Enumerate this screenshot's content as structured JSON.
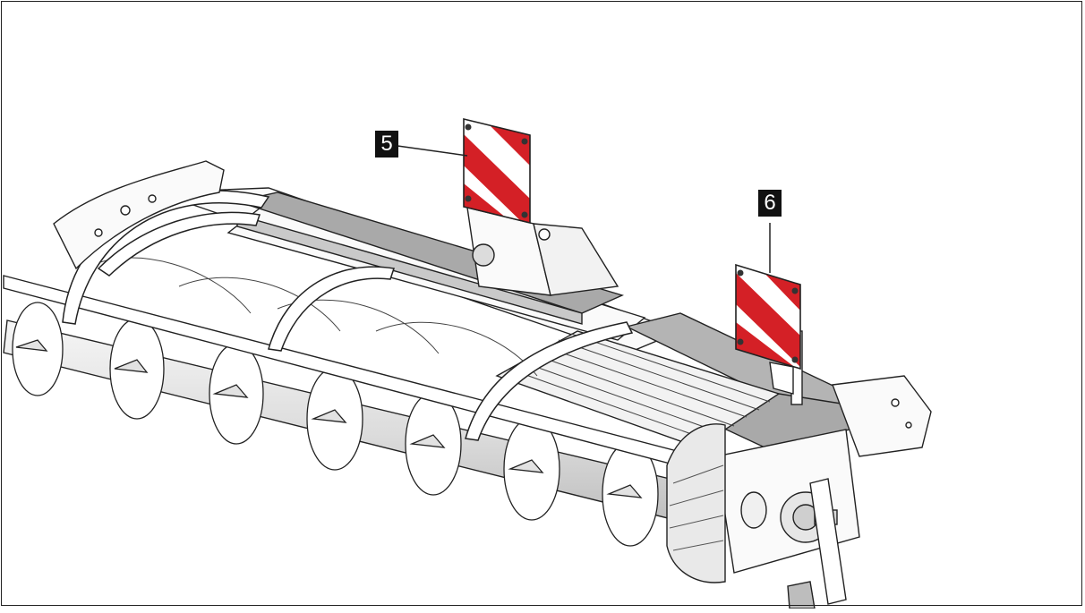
{
  "diagram": {
    "callouts": [
      {
        "id": "5",
        "label": "5",
        "target": "warning-sign-left"
      },
      {
        "id": "6",
        "label": "6",
        "target": "warning-sign-right"
      }
    ],
    "colors": {
      "stripe_red": "#d42026",
      "stripe_white": "#ffffff",
      "line": "#222222",
      "panel_gray": "#a9a9a9",
      "shaft_gray": "#d6d6d6",
      "callout_bg": "#111111"
    }
  }
}
